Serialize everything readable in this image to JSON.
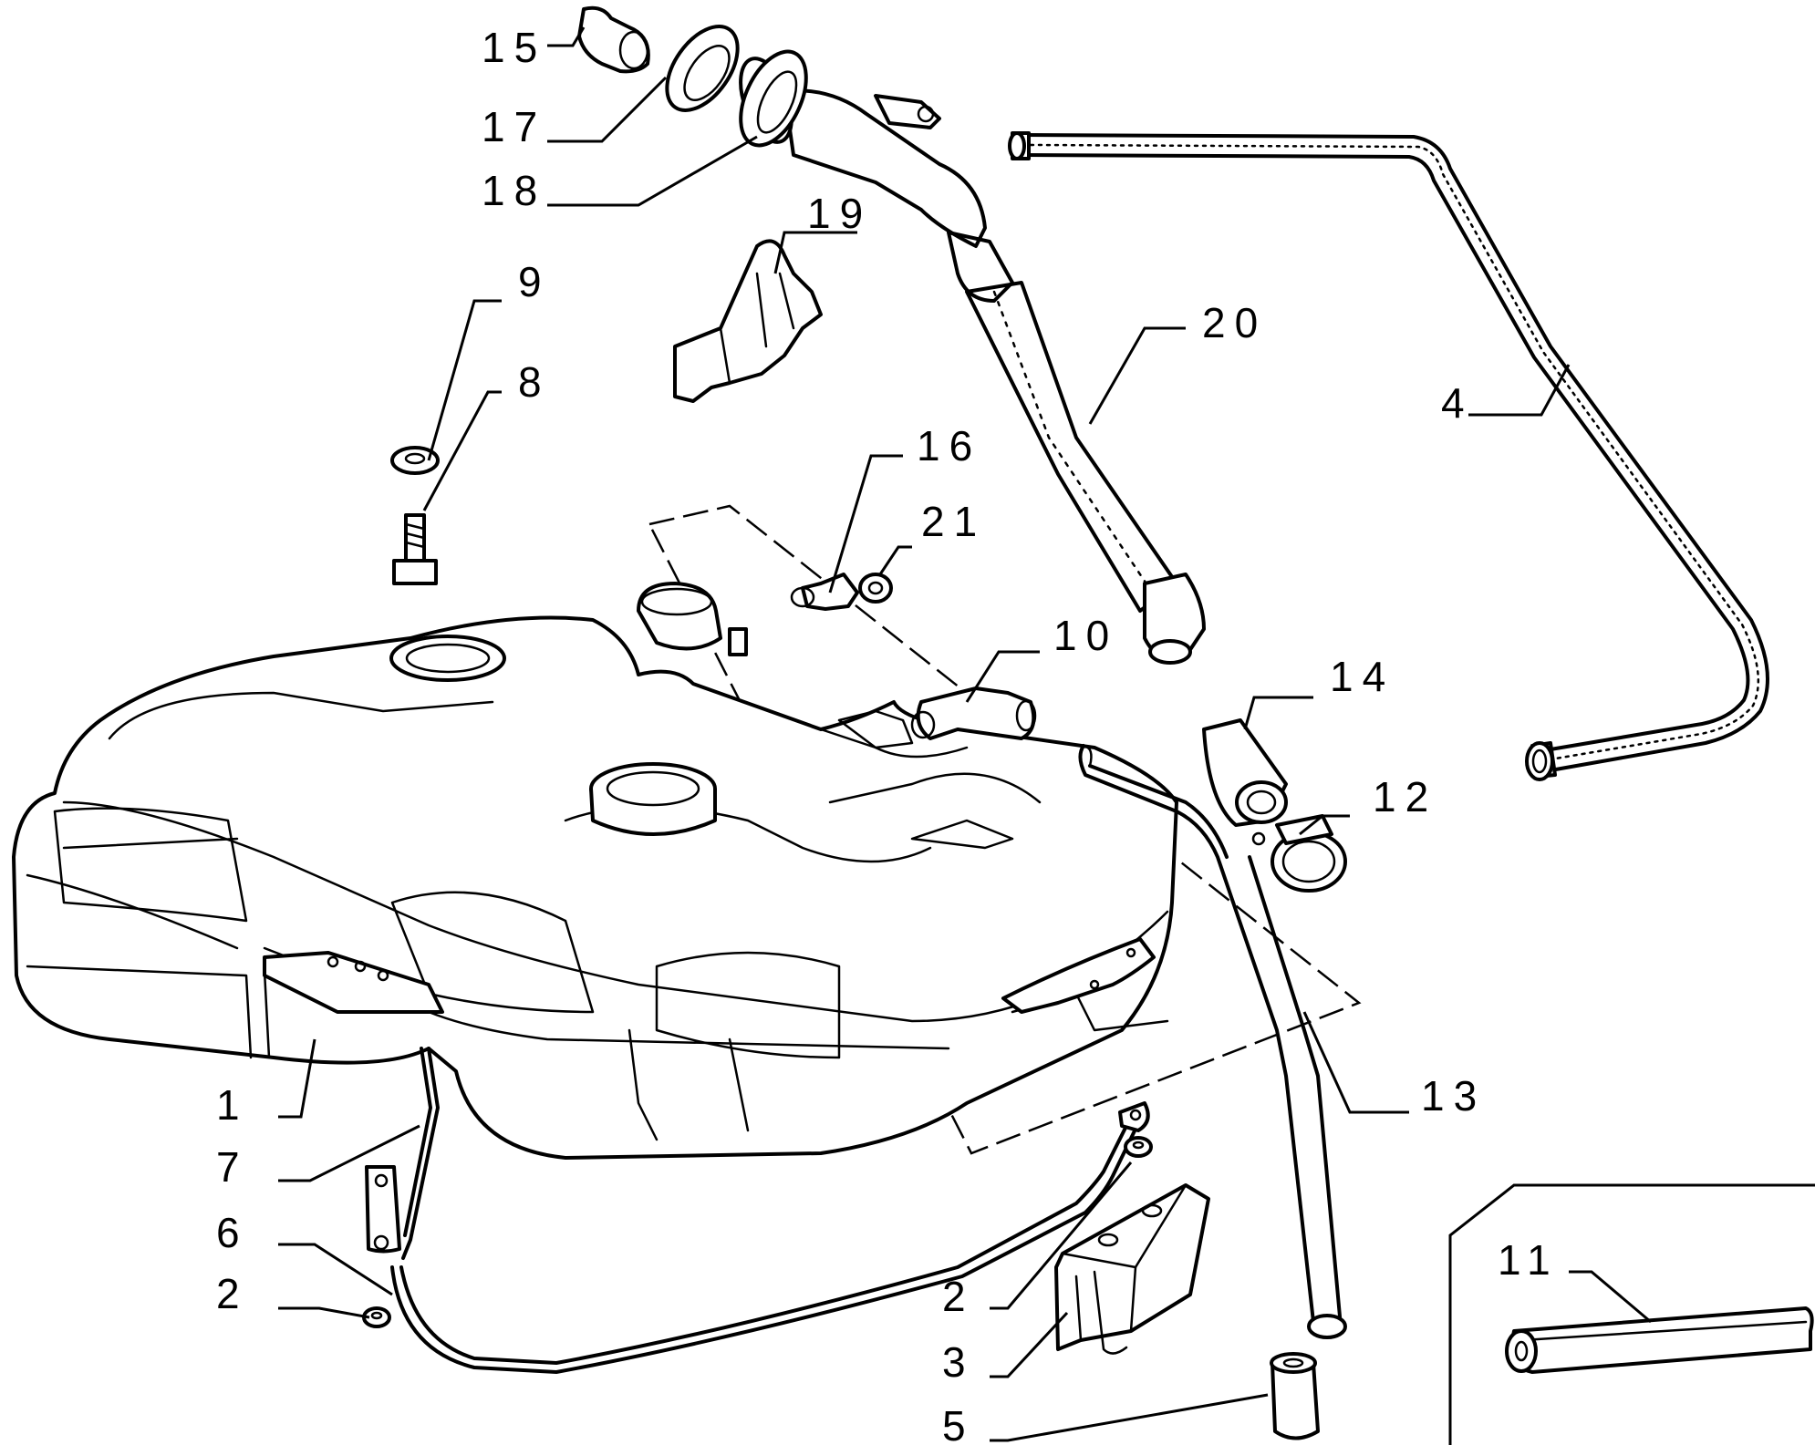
{
  "callouts": {
    "c1": "1",
    "c2a": "2",
    "c2b": "2",
    "c3": "3",
    "c4": "4",
    "c5": "5",
    "c6": "6",
    "c7": "7",
    "c8": "8",
    "c9": "9",
    "c10": "10",
    "c11": "11",
    "c12": "12",
    "c13": "13",
    "c14": "14",
    "c15": "15",
    "c16": "16",
    "c17": "17",
    "c18": "18",
    "c19": "19",
    "c20": "20",
    "c21": "21"
  }
}
